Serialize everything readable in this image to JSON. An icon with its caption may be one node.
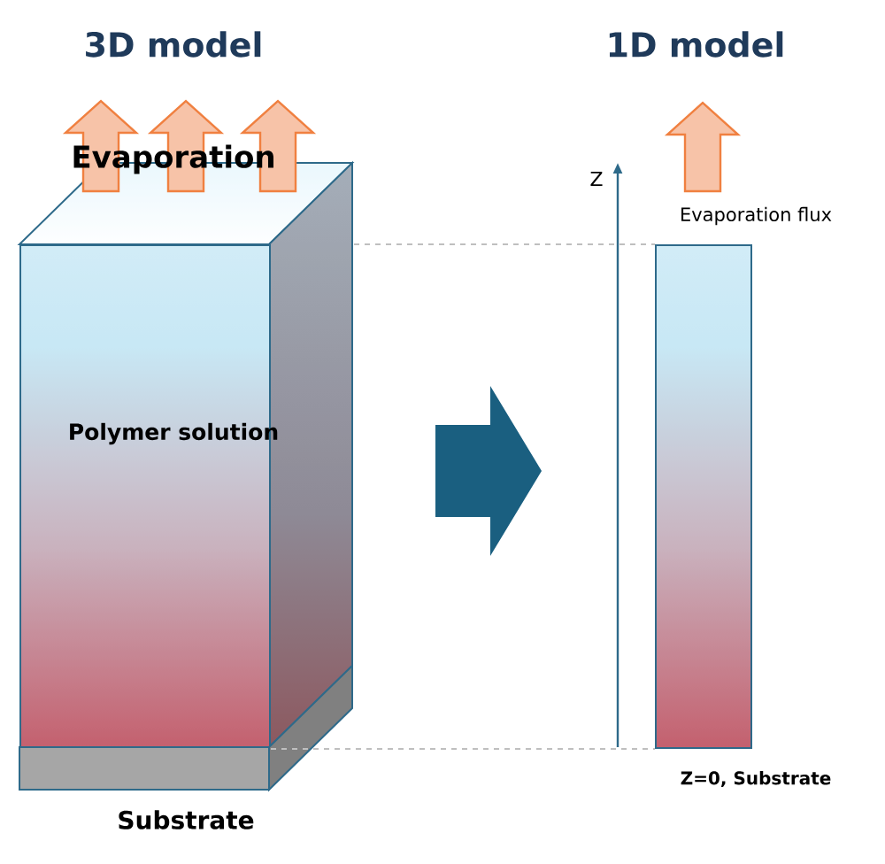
{
  "diagram": {
    "nodes": [
      {
        "text": [
          "Polymer solution"
        ]
      },
      {
        "text": [],
        "shape": "box"
      }
    ],
    "edges": [
      {
        "from": 0,
        "to": 1,
        "arrow": "none",
        "style": "dashed",
        "color": "#bfbfbf"
      },
      {
        "from": 0,
        "to": 1,
        "arrow": "none",
        "style": "dashed",
        "color": "#bfbfbf"
      }
    ],
    "labels": [
      "3D model",
      "1D model",
      "Evaporation",
      "Z",
      "Evaporation flux",
      "Substrate",
      "Z=0, Substrate"
    ]
  }
}
